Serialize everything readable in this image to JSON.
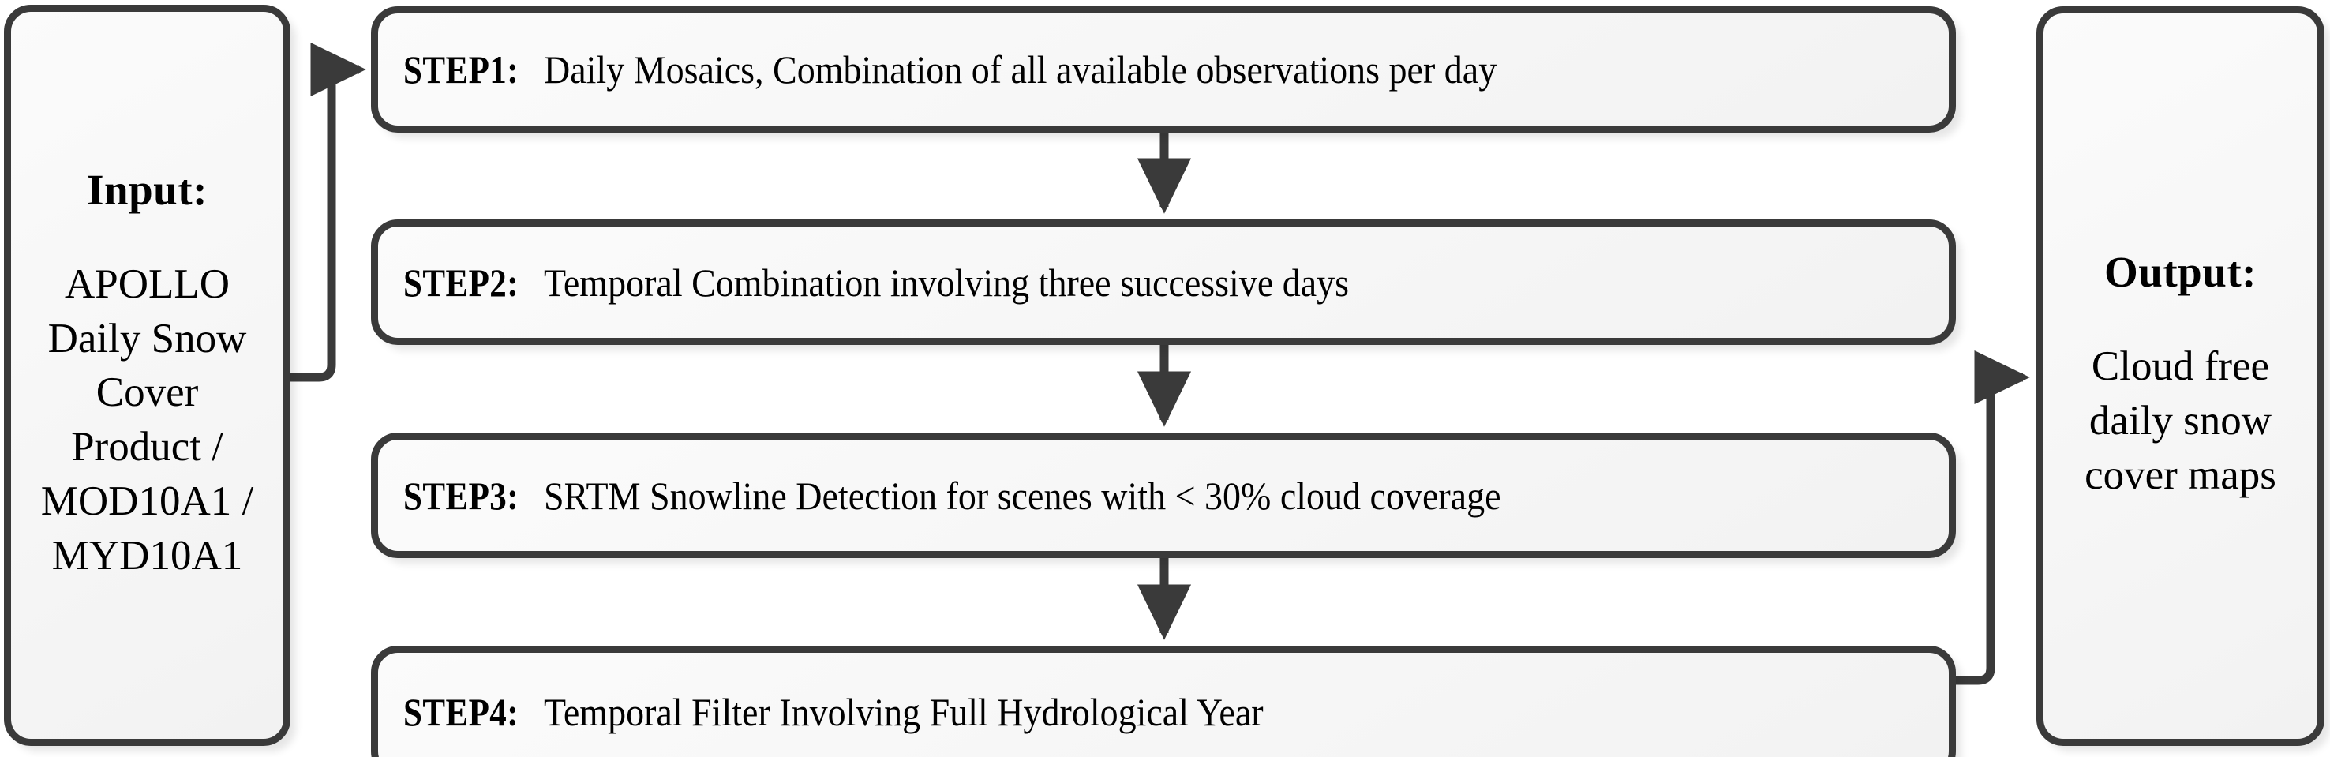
{
  "diagram": {
    "type": "flowchart",
    "orientation": "left-to-right with vertical step chain",
    "input": {
      "title": "Input:",
      "body": "APOLLO\nDaily Snow\nCover\nProduct /\nMOD10A1 /\nMYD10A1"
    },
    "output": {
      "title": "Output:",
      "body": "Cloud free\ndaily snow\ncover maps"
    },
    "steps": [
      {
        "label": "STEP1:",
        "text": "Daily Mosaics, Combination of all available observations per day"
      },
      {
        "label": "STEP2:",
        "text": "Temporal Combination involving three successive days"
      },
      {
        "label": "STEP3:",
        "text": "SRTM Snowline Detection for scenes with < 30% cloud coverage"
      },
      {
        "label": "STEP4:",
        "text": "Temporal Filter Involving Full Hydrological Year"
      }
    ],
    "colors": {
      "border": "#3a3a3a",
      "fill": "#f7f7f7",
      "text": "#000000",
      "connector": "#3a3a3a",
      "background": "#ffffff"
    }
  }
}
